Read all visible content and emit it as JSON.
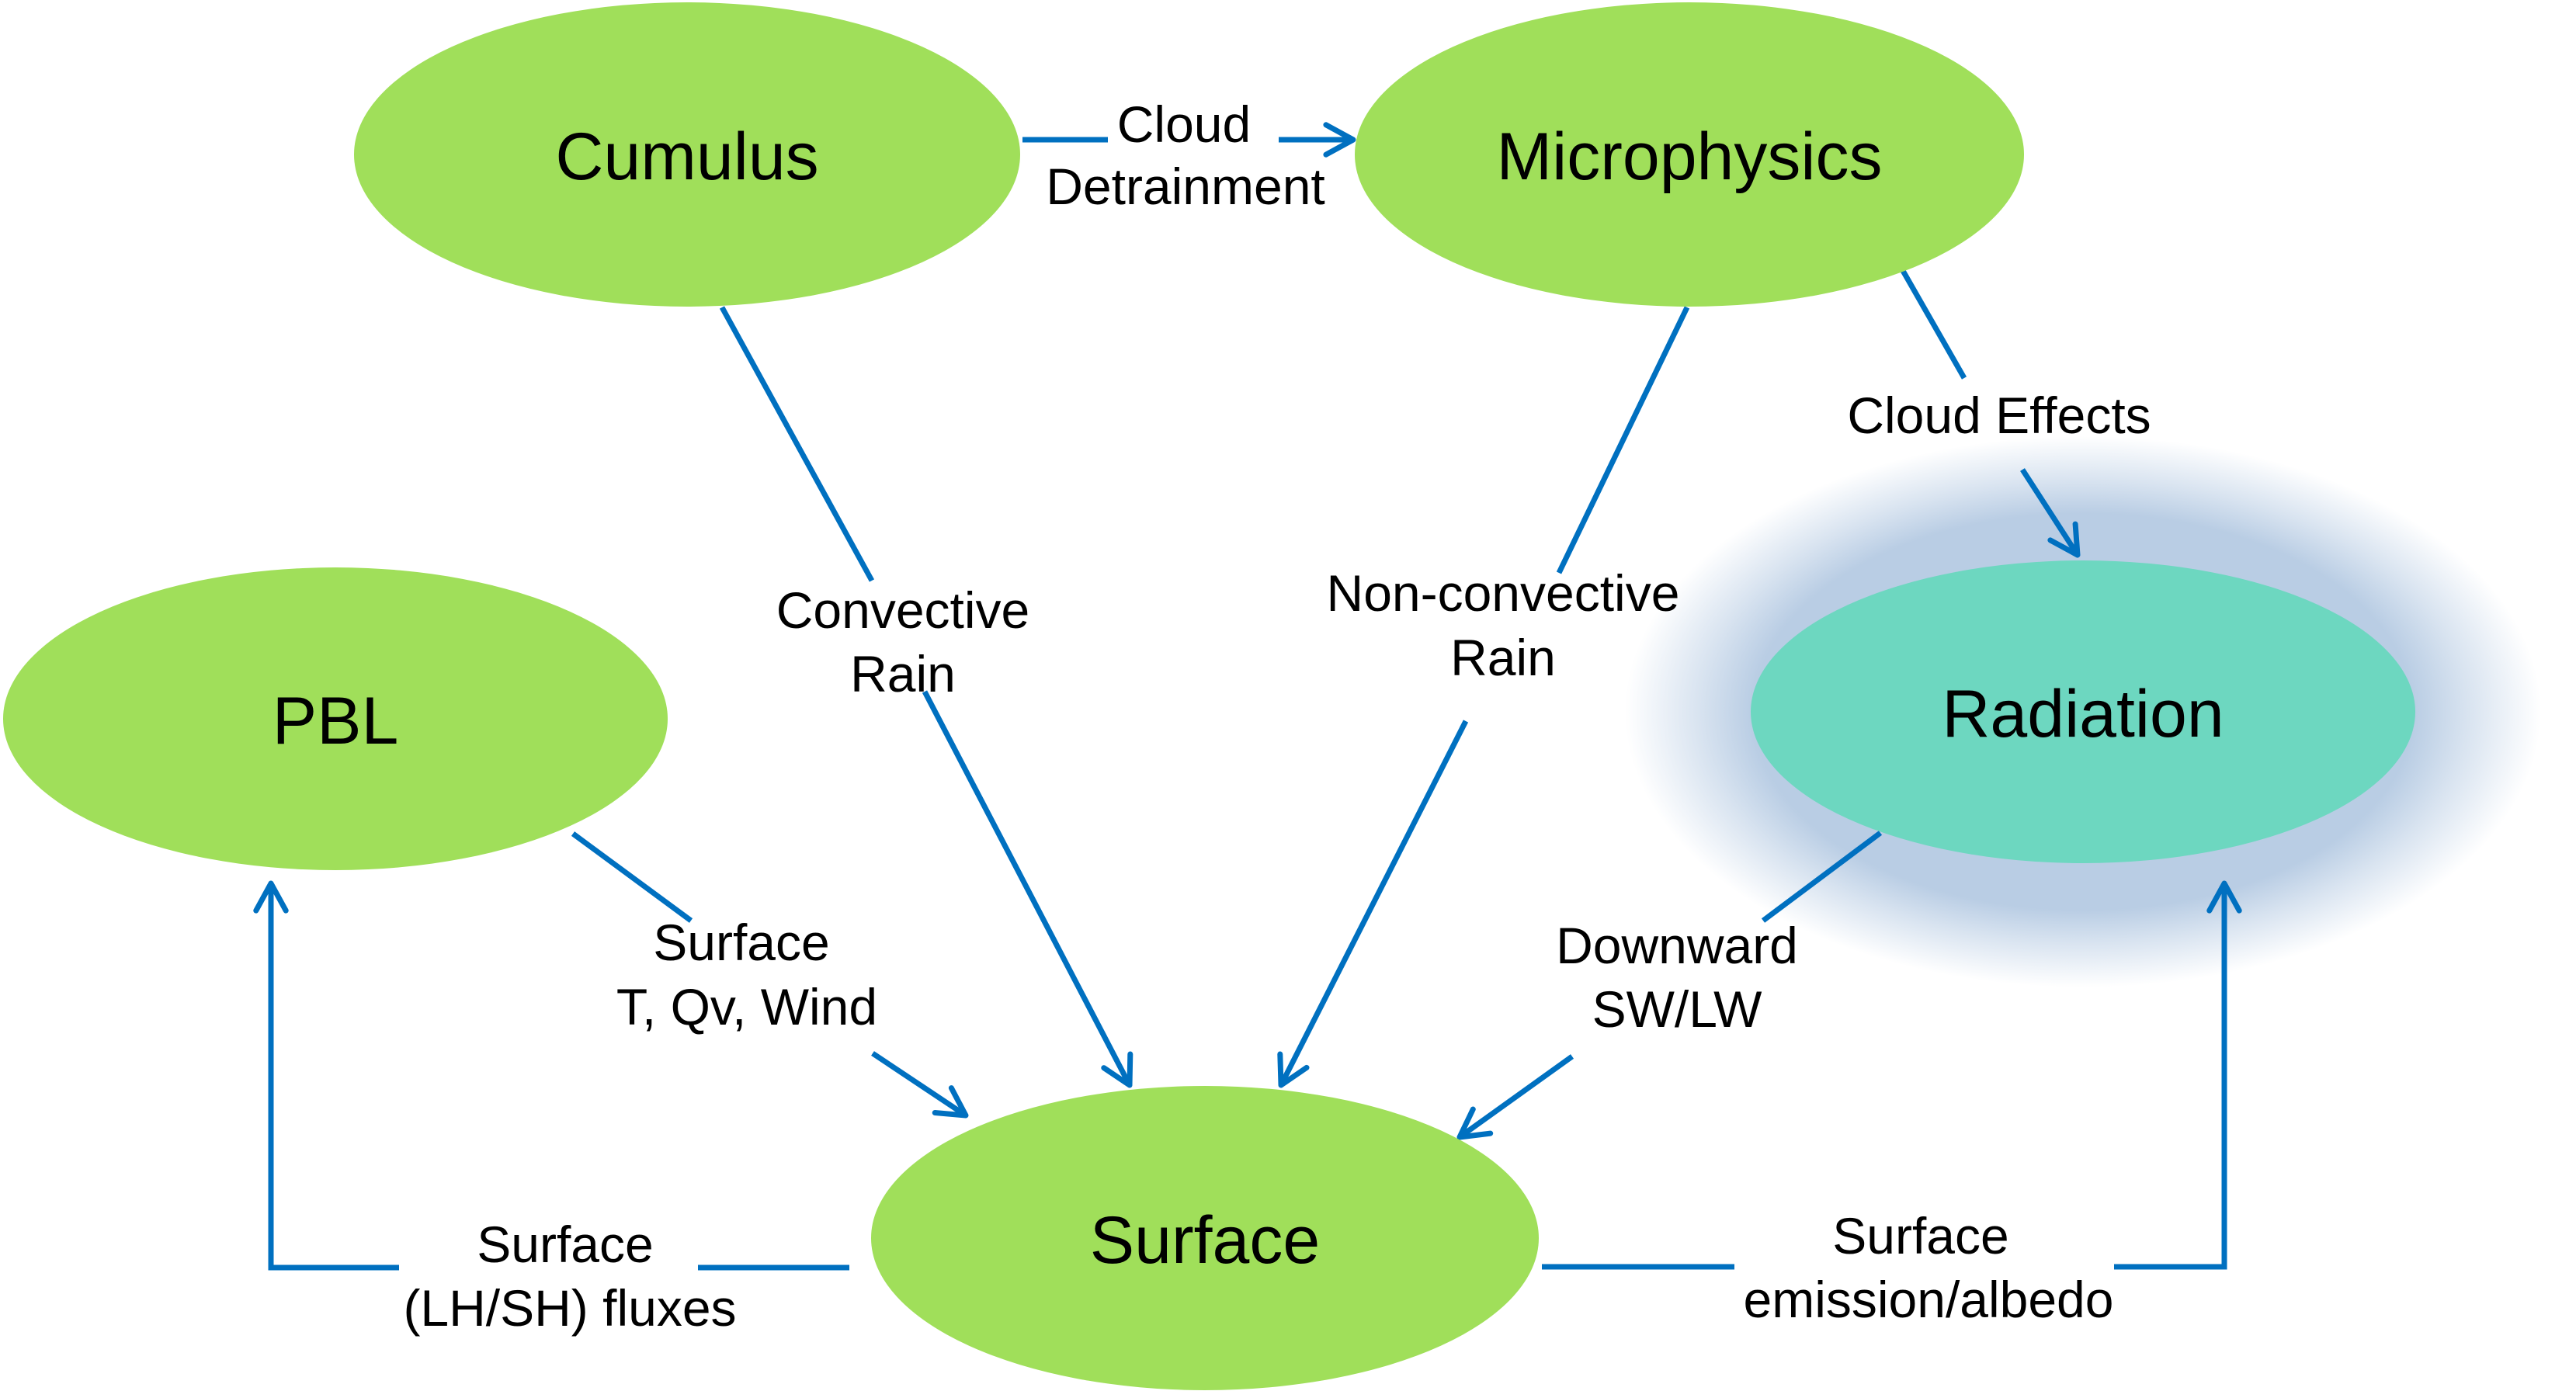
{
  "diagram": {
    "title": "Physics parameterization interactions",
    "colors": {
      "node_fill": "#a0df5a",
      "highlight_fill": "#6dd7c0",
      "highlight_glow": "#b9cde4",
      "connector": "#0070c0",
      "text": "#000000"
    },
    "nodes": [
      {
        "id": "cumulus",
        "label": "Cumulus",
        "highlighted": false
      },
      {
        "id": "microphysics",
        "label": "Microphysics",
        "highlighted": false
      },
      {
        "id": "pbl",
        "label": "PBL",
        "highlighted": false
      },
      {
        "id": "radiation",
        "label": "Radiation",
        "highlighted": true
      },
      {
        "id": "surface",
        "label": "Surface",
        "highlighted": false
      }
    ],
    "edges": [
      {
        "id": "cloud-detrainment",
        "from": "cumulus",
        "to": "microphysics",
        "label_lines": [
          "Cloud",
          "Detrainment"
        ]
      },
      {
        "id": "convective-rain",
        "from": "cumulus",
        "to": "surface",
        "label_lines": [
          "Convective",
          "Rain"
        ]
      },
      {
        "id": "non-convective-rain",
        "from": "microphysics",
        "to": "surface",
        "label_lines": [
          "Non-convective",
          "Rain"
        ]
      },
      {
        "id": "cloud-effects",
        "from": "microphysics",
        "to": "radiation",
        "label_lines": [
          "Cloud Effects"
        ]
      },
      {
        "id": "surface-t-qv-wind",
        "from": "pbl",
        "to": "surface",
        "label_lines": [
          "Surface",
          "T, Qv, Wind"
        ]
      },
      {
        "id": "downward-sw-lw",
        "from": "radiation",
        "to": "surface",
        "label_lines": [
          "Downward",
          "SW/LW"
        ]
      },
      {
        "id": "surface-fluxes",
        "from": "surface",
        "to": "pbl",
        "label_lines": [
          "Surface",
          "(LH/SH) fluxes"
        ]
      },
      {
        "id": "surface-emission-albedo",
        "from": "surface",
        "to": "radiation",
        "label_lines": [
          "Surface",
          "emission/albedo"
        ]
      }
    ]
  }
}
